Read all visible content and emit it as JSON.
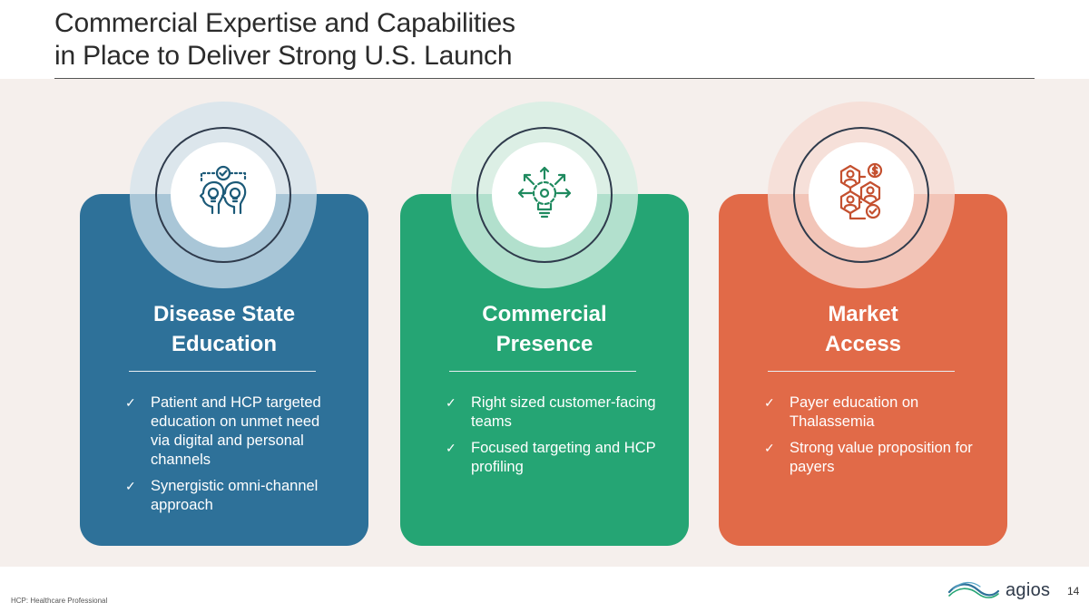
{
  "slide": {
    "title_line1": "Commercial Expertise and Capabilities",
    "title_line2": "in Place to Deliver Strong U.S. Launch",
    "footnote": "HCP: Healthcare Professional",
    "page_number": "14",
    "logo_text": "agios"
  },
  "colors": {
    "card1": "#2e7199",
    "card2": "#25a574",
    "card3": "#e16a48",
    "halo1": "#d3e3ec",
    "halo2": "#d6efe4",
    "halo3": "#f6dcd4",
    "band": "#f5efec"
  },
  "cards": [
    {
      "title_line1": "Disease State",
      "title_line2": "Education",
      "icon": "two-heads-lightbulb-icon",
      "bullets": [
        "Patient and HCP targeted education on unmet need via digital and personal channels",
        "Synergistic omni-channel approach"
      ]
    },
    {
      "title_line1": "Commercial",
      "title_line2": "Presence",
      "icon": "gear-lightbulb-arrows-icon",
      "bullets": [
        "Right sized customer-facing teams",
        "Focused targeting and HCP profiling"
      ]
    },
    {
      "title_line1": "Market",
      "title_line2": "Access",
      "icon": "hexagon-people-network-icon",
      "bullets": [
        "Payer education on Thalassemia",
        "Strong value proposition for payers"
      ]
    }
  ],
  "check_glyph": "✓"
}
